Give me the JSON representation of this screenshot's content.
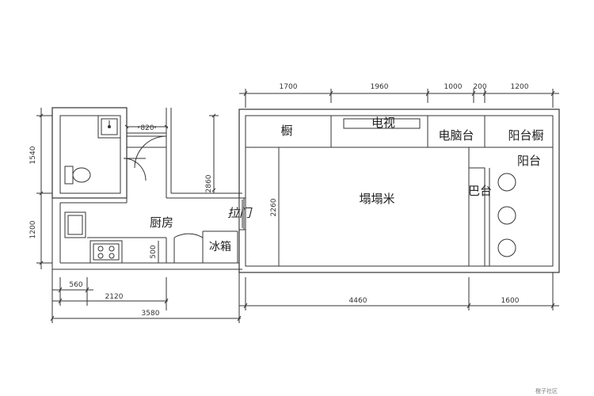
{
  "rooms": {
    "cabinet": "橱",
    "tv": "电视",
    "computer_desk": "电脑台",
    "balcony_cabinet": "阳台橱",
    "balcony": "阳台",
    "tatami": "塌塌米",
    "bar": "巴台",
    "kitchen": "厨房",
    "sliding_door": "拉门",
    "fridge": "冰箱"
  },
  "dimensions": {
    "top_1700": "1700",
    "top_1960": "1960",
    "top_1000": "1000",
    "top_200": "200",
    "top_1200": "1200",
    "door_820": "820",
    "left_1540": "1540",
    "left_1200": "1200",
    "wall_2860": "2860",
    "room_2260": "2260",
    "stove_500": "500",
    "bottom_560": "560",
    "bottom_2120": "2120",
    "bottom_3580": "3580",
    "bottom_4460": "4460",
    "bottom_1600": "1600"
  },
  "watermark": "橙子社区"
}
